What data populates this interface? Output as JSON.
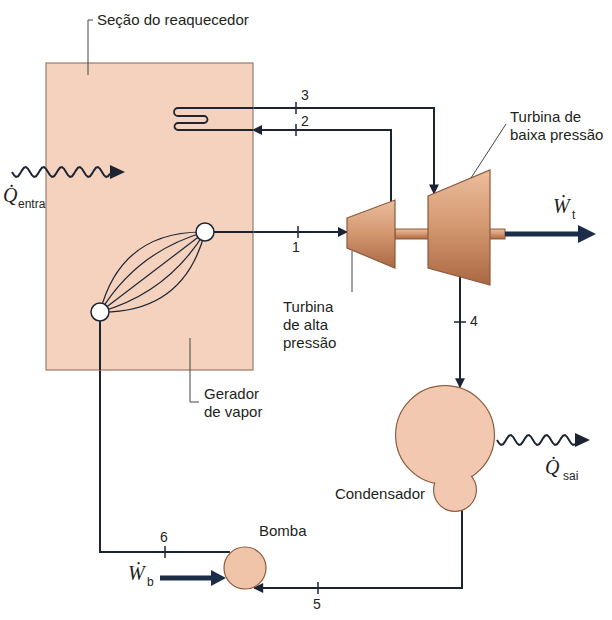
{
  "diagram": {
    "nodes": [
      {
        "text": [
          "Seção do reaquecedor"
        ]
      },
      {
        "text": [
          "Turbina de alta pressão"
        ]
      },
      {
        "text": [
          "Turbina de baixa pressão"
        ]
      },
      {
        "text": [
          "Condensador"
        ]
      },
      {
        "text": [
          "Bomba"
        ]
      }
    ],
    "edges": [
      {
        "from": 0,
        "to": 1,
        "arrow": "to",
        "label": "1"
      },
      {
        "from": 1,
        "to": 0,
        "arrow": "to",
        "label": "2"
      },
      {
        "from": 0,
        "to": 2,
        "arrow": "to",
        "label": "3"
      },
      {
        "from": 2,
        "to": 3,
        "arrow": "to",
        "label": "4"
      },
      {
        "from": 3,
        "to": 4,
        "arrow": "to",
        "label": "5"
      },
      {
        "from": 4,
        "to": 0,
        "arrow": "none",
        "label": "6"
      }
    ],
    "labels": [
      "Q̇",
      "entra",
      "Gerador de vapor",
      "Ẇ",
      "t",
      "Q̇",
      "sai",
      "Ẇ",
      "b"
    ]
  }
}
